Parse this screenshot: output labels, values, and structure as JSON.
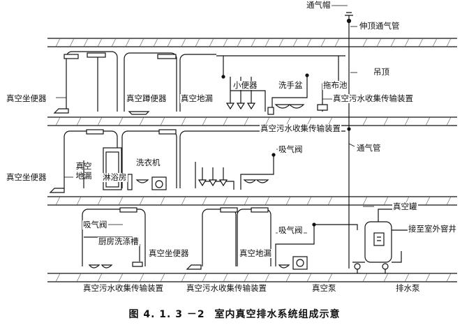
{
  "labels": {
    "vent_cap": "通气帽",
    "stack_vent": "伸顶通气管",
    "ceiling": "吊顶",
    "vacuum_toilet_1": "真空坐便器",
    "squat_toilet": "真空蹲便器",
    "floor_drain_1": "真空地漏",
    "urinal": "小便器",
    "washbasin": "洗手盆",
    "mop_sink": "拖布池",
    "collector_1": "真空污水收集传输装置",
    "collector_2": "真空污水收集传输装置",
    "vacuum_toilet_2": "真空坐便器",
    "floor_drain_2a": "真空",
    "floor_drain_2b": "地漏",
    "shower": "淋浴房",
    "washing_machine_1": "洗衣机",
    "air_valve_1": "吸气阀",
    "vent_pipe": "通气管",
    "air_valve_2": "吸气阀",
    "kitchen_sink": "厨房洗涤槽",
    "vacuum_toilet_3": "真空坐便器",
    "air_valve_3": "吸气阀",
    "vacuum_tank": "真空罐",
    "to_outdoor": "接至室外窨井",
    "floor_drain_3": "真空地漏",
    "collector_3": "真空污水收集传输装置",
    "collector_4": "真空污水收集传输装置",
    "vacuum_pump": "真空泵",
    "drain_pump": "排水泵"
  },
  "caption": {
    "number": "图 4. 1. 3 －2",
    "title": "室内真空排水系统组成示意"
  }
}
